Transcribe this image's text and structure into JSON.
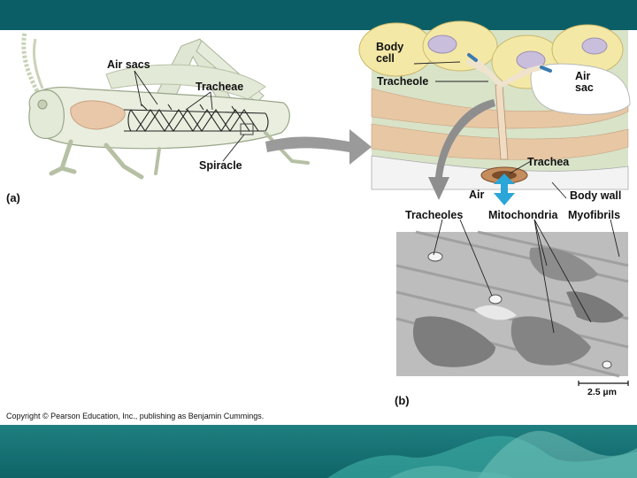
{
  "panel_a": {
    "label": "(a)",
    "callouts": {
      "air_sacs": "Air sacs",
      "tracheae": "Tracheae",
      "spiracle": "Spiracle"
    }
  },
  "panel_b": {
    "label": "(b)",
    "callouts": {
      "body_cell": "Body\ncell",
      "air_sac": "Air\nsac",
      "tracheole": "Tracheole",
      "trachea": "Trachea",
      "air": "Air",
      "body_wall": "Body wall",
      "tracheoles": "Tracheoles",
      "mitochondria": "Mitochondria",
      "myofibrils": "Myofibrils"
    },
    "scale_bar": "2.5 µm"
  },
  "footer": {
    "copyright": "Copyright © Pearson Education, Inc., publishing as Benjamin Cummings."
  },
  "colors": {
    "top_bar": "#0b5e66",
    "bottom_bar": "#1f7f80",
    "accent_arrow": "#2aa6d9"
  }
}
